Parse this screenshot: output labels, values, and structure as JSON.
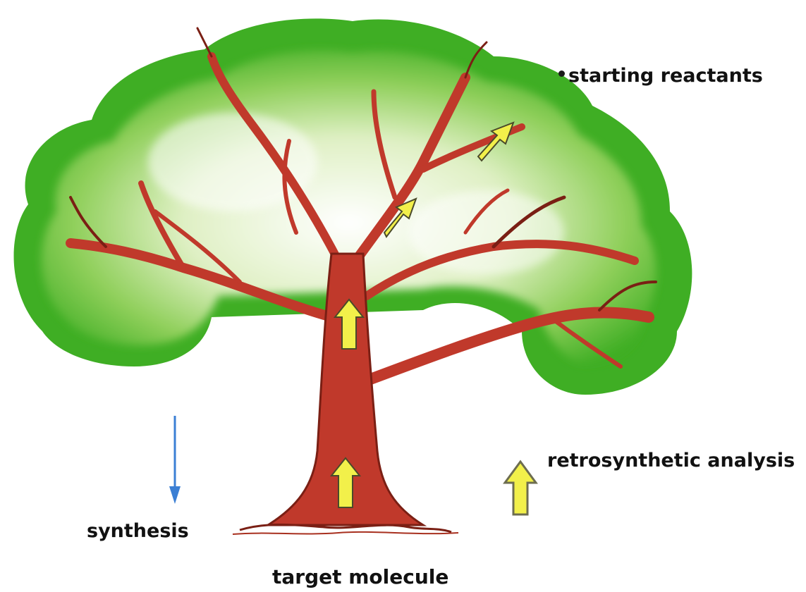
{
  "labels": {
    "starting_reactants": "starting reactants",
    "retrosynthetic_analysis": "retrosynthetic analysis",
    "synthesis": "synthesis",
    "target_molecule": "target molecule"
  },
  "icons": {
    "synthesis_arrow": "arrow-down-icon",
    "retro_arrow": "arrow-up-icon"
  },
  "colors": {
    "foliage_dark": "#3fae24",
    "foliage_light": "#bfe39a",
    "trunk": "#c0392b",
    "trunk_stroke": "#7a1f14",
    "yellow_arrow": "#f2f04a",
    "blue_arrow": "#3b7fd4"
  }
}
